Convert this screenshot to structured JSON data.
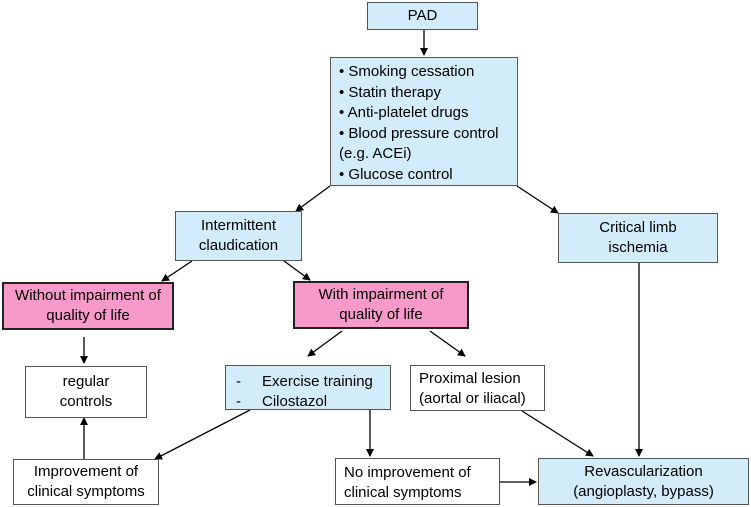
{
  "colors": {
    "blue": "#d3ecf9",
    "pink": "#f79ac9",
    "white": "#ffffff",
    "line": "#000000"
  },
  "pad": "PAD",
  "general_measures": {
    "items": [
      "Smoking cessation",
      "Statin therapy",
      "Anti-platelet drugs",
      "Blood pressure control",
      "(e.g. ACEi)",
      "Glucose control"
    ]
  },
  "intermittent": {
    "line1": "Intermittent",
    "line2": "claudication"
  },
  "critical": {
    "line1": "Critical limb",
    "line2": "ischemia"
  },
  "without_impairment": {
    "line1": "Without impairment of",
    "line2": "quality of life"
  },
  "with_impairment": {
    "line1": "With impairment of",
    "line2": "quality of life"
  },
  "regular_controls": {
    "line1": "regular",
    "line2": "controls"
  },
  "exercise": {
    "items": [
      "Exercise training",
      "Cilostazol"
    ]
  },
  "proximal": {
    "line1": "Proximal lesion",
    "line2": "(aortal or iliacal)"
  },
  "improvement": {
    "line1": "Improvement of",
    "line2": "clinical symptoms"
  },
  "no_improvement": {
    "line1": "No improvement of",
    "line2": "clinical symptoms"
  },
  "revascularization": {
    "line1": "Revascularization",
    "line2": "(angioplasty, bypass)"
  }
}
